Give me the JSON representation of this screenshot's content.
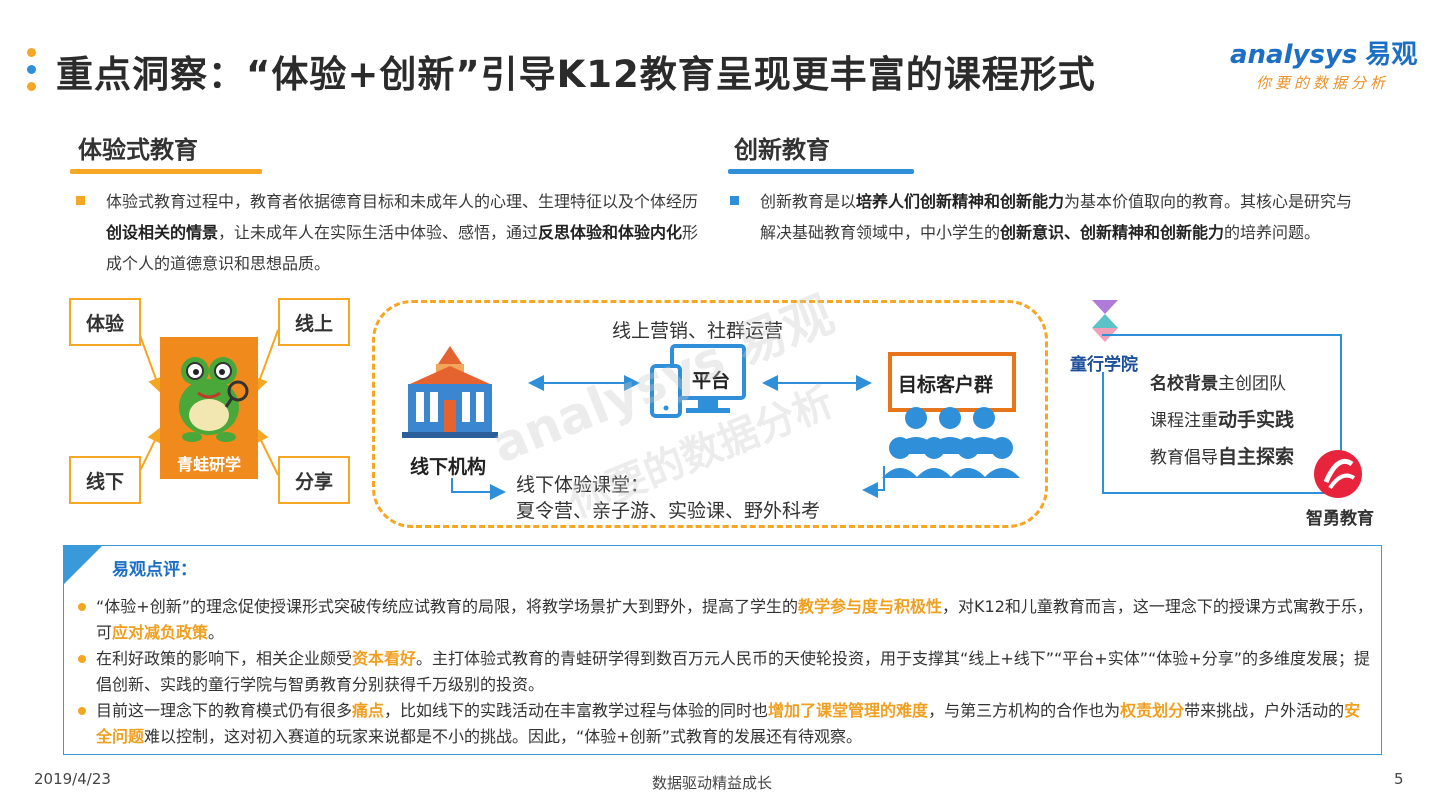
{
  "header": {
    "title": "重点洞察：“体验+创新”引导K12教育呈现更丰富的课程形式",
    "logo_en": "analysys",
    "logo_cn": "易观",
    "logo_tagline": "你要的数据分析"
  },
  "left_section": {
    "heading": "体验式教育",
    "text": [
      {
        "t": "体验式教育过程中，教育者依据德育目标和未成年人的心理、生理特征以及个体经历",
        "b": false
      },
      {
        "t": "创设相关的情景",
        "b": true
      },
      {
        "t": "，让未成年人在实际生活中体验、感悟，通过",
        "b": false
      },
      {
        "t": "反思体验和体验内化",
        "b": true
      },
      {
        "t": "形成个人的道德意识和思想品质。",
        "b": false
      }
    ]
  },
  "right_section": {
    "heading": "创新教育",
    "text": [
      {
        "t": "创新教育是以",
        "b": false
      },
      {
        "t": "培养人们创新精神和创新能力",
        "b": true
      },
      {
        "t": "为基本价值取向的教育。其核心是研究与解决基础教育领域中，中小学生的",
        "b": false
      },
      {
        "t": "创新意识、创新精神和创新能力",
        "b": true
      },
      {
        "t": "的培养问题。",
        "b": false
      }
    ]
  },
  "diagram": {
    "tags": {
      "experience": "体验",
      "online": "线上",
      "offline": "线下",
      "share": "分享"
    },
    "frog_label": "青蛙研学",
    "online_marketing": "线上营销、社群运营",
    "platform": "平台",
    "target": "目标客户群",
    "offline_org": "线下机构",
    "offline_class_title": "线下体验课堂：",
    "offline_class_items": "夏令营、亲子游、实验课、野外科考",
    "tongxing": "童行学院",
    "zhiyong": "智勇教育",
    "features": [
      {
        "b": "名校背景",
        "t": "主创团队"
      },
      {
        "t": "课程注重",
        "b": "动手实践"
      },
      {
        "t": "教育倡导",
        "b": "自主探索"
      }
    ]
  },
  "comment": {
    "title": "易观点评：",
    "points": [
      [
        {
          "t": "“体验+创新”的理念促使授课形式突破传统应试教育的局限，将教学场景扩大到野外，提高了学生的",
          "h": false
        },
        {
          "t": "教学参与度与积极性",
          "h": true
        },
        {
          "t": "，对K12和儿童教育而言，这一理念下的授课方式寓教于乐，可",
          "h": false
        },
        {
          "t": "应对减负政策",
          "h": true
        },
        {
          "t": "。",
          "h": false
        }
      ],
      [
        {
          "t": "在利好政策的影响下，相关企业颇受",
          "h": false
        },
        {
          "t": "资本看好",
          "h": true
        },
        {
          "t": "。主打体验式教育的青蛙研学得到数百万元人民币的天使轮投资，用于支撑其“线上+线下”“平台+实体”“体验+分享”的多维度发展；提倡创新、实践的童行学院与智勇教育分别获得千万级别的投资。",
          "h": false
        }
      ],
      [
        {
          "t": "目前这一理念下的教育模式仍有很多",
          "h": false
        },
        {
          "t": "痛点",
          "h": true
        },
        {
          "t": "，比如线下的实践活动在丰富教学过程与体验的同时也",
          "h": false
        },
        {
          "t": "增加了课堂管理的难度",
          "h": true
        },
        {
          "t": "，与第三方机构的合作也为",
          "h": false
        },
        {
          "t": "权责划分",
          "h": true
        },
        {
          "t": "带来挑战，户外活动的",
          "h": false
        },
        {
          "t": "安全问题",
          "h": true
        },
        {
          "t": "难以控制，这对初入赛道的玩家来说都是不小的挑战。因此，“体验+创新”式教育的发展还有待观察。",
          "h": false
        }
      ]
    ]
  },
  "footer": {
    "date": "2019/4/23",
    "slogan": "数据驱动精益成长",
    "page": "5"
  },
  "watermark": {
    "en": "analysys 易观",
    "cn": "你要的数据分析"
  },
  "colors": {
    "orange": "#f5a623",
    "blue": "#2f8fd8",
    "dot_blue": "#2f8fd8",
    "text": "#333333"
  }
}
